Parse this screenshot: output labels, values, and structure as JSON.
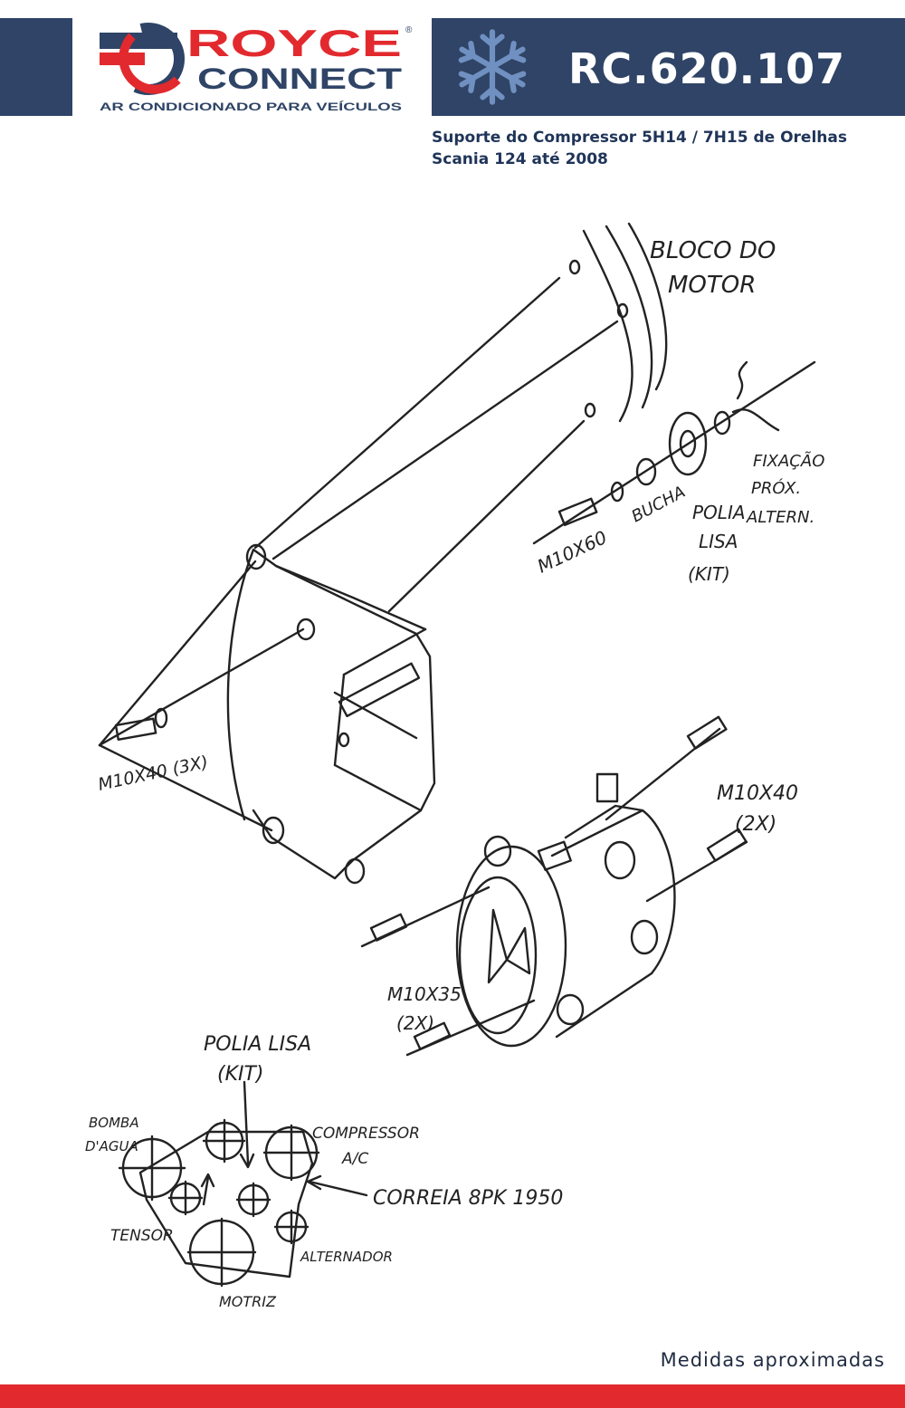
{
  "header": {
    "logo": {
      "brand_top": "ROYCE",
      "brand_bottom": "CONNECT",
      "tagline": "AR CONDICIONADO PARA VEÍCULOS",
      "registered": "®"
    },
    "product_code": "RC.620.107",
    "icon": "snowflake-icon"
  },
  "subtitle": {
    "line1": "Suporte do Compressor 5H14 / 7H15 de Orelhas",
    "line2": "Scania 124 até 2008"
  },
  "drawing_labels": {
    "bloco_do_motor": [
      "BLOCO DO",
      "MOTOR"
    ],
    "m10x60": "M10X60",
    "bucha": "BUCHA",
    "polia_lisa_kit": [
      "POLIA",
      "LISA",
      "(KIT)"
    ],
    "fixacao": [
      "FIXAÇÃO",
      "PRÓX.",
      "ALTERN."
    ],
    "m10x40_3x": "M10X40 (3X)",
    "m10x40_2x": [
      "M10X40",
      "(2X)"
    ],
    "m10x35_2x": [
      "M10X35",
      "(2X)"
    ],
    "belt_polia_lisa": [
      "POLIA LISA",
      "(KIT)"
    ],
    "bomba_dagua": [
      "BOMBA",
      "D'AGUA"
    ],
    "compressor_ac": [
      "COMPRESSOR",
      "A/C"
    ],
    "correia": "CORREIA 8PK 1950",
    "tensor": "TENSOR",
    "alternador": "ALTERNADOR",
    "motriz": "MOTRIZ"
  },
  "footer": {
    "note": "Medidas aproximadas"
  },
  "colors": {
    "navy": "#2f4466",
    "red": "#e22a2e",
    "ice": "#6f90c0",
    "text": "#1f3458"
  }
}
